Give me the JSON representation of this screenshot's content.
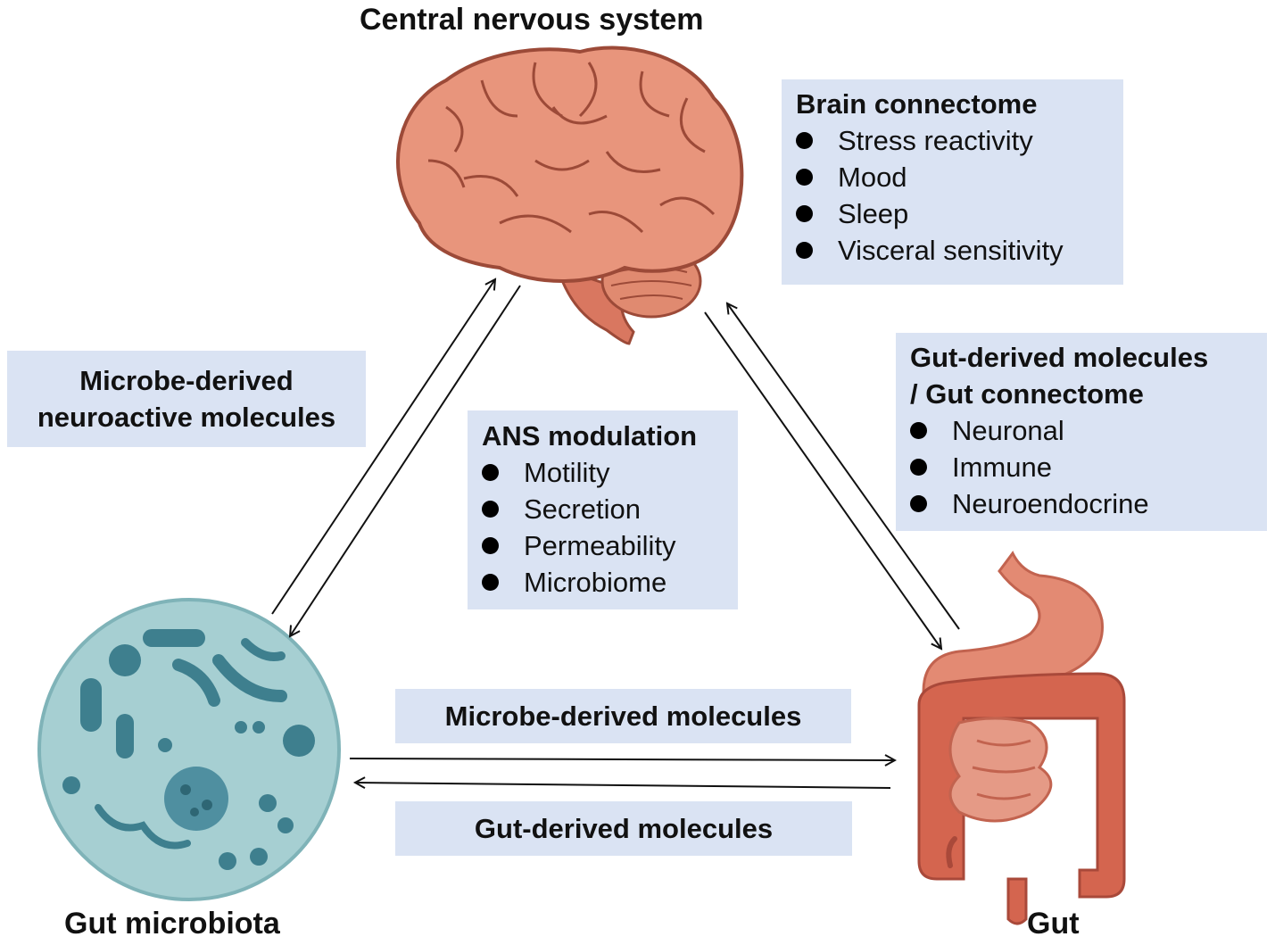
{
  "nodes": {
    "cns": "Central nervous system",
    "microbiota": "Gut microbiota",
    "gut": "Gut"
  },
  "boxes": {
    "brain_connectome": {
      "title": "Brain connectome",
      "items": [
        "Stress reactivity",
        "Mood",
        "Sleep",
        "Visceral sensitivity"
      ]
    },
    "microbe_neuroactive": {
      "lines": [
        "Microbe-derived",
        "neuroactive molecules"
      ]
    },
    "ans_modulation": {
      "title": "ANS modulation",
      "items": [
        "Motility",
        "Secretion",
        "Permeability",
        "Microbiome"
      ]
    },
    "gut_connectome": {
      "title_lines": [
        "Gut-derived molecules",
        "/ Gut connectome"
      ],
      "items": [
        "Neuronal",
        "Immune",
        "Neuroendocrine"
      ]
    },
    "microbe_molecules": "Microbe-derived molecules",
    "gut_molecules": "Gut-derived molecules"
  },
  "colors": {
    "box_fill": "#dae3f3",
    "brain": "#e8957c",
    "microbiota": "#a6cfd2",
    "gut": "#d4654f"
  }
}
